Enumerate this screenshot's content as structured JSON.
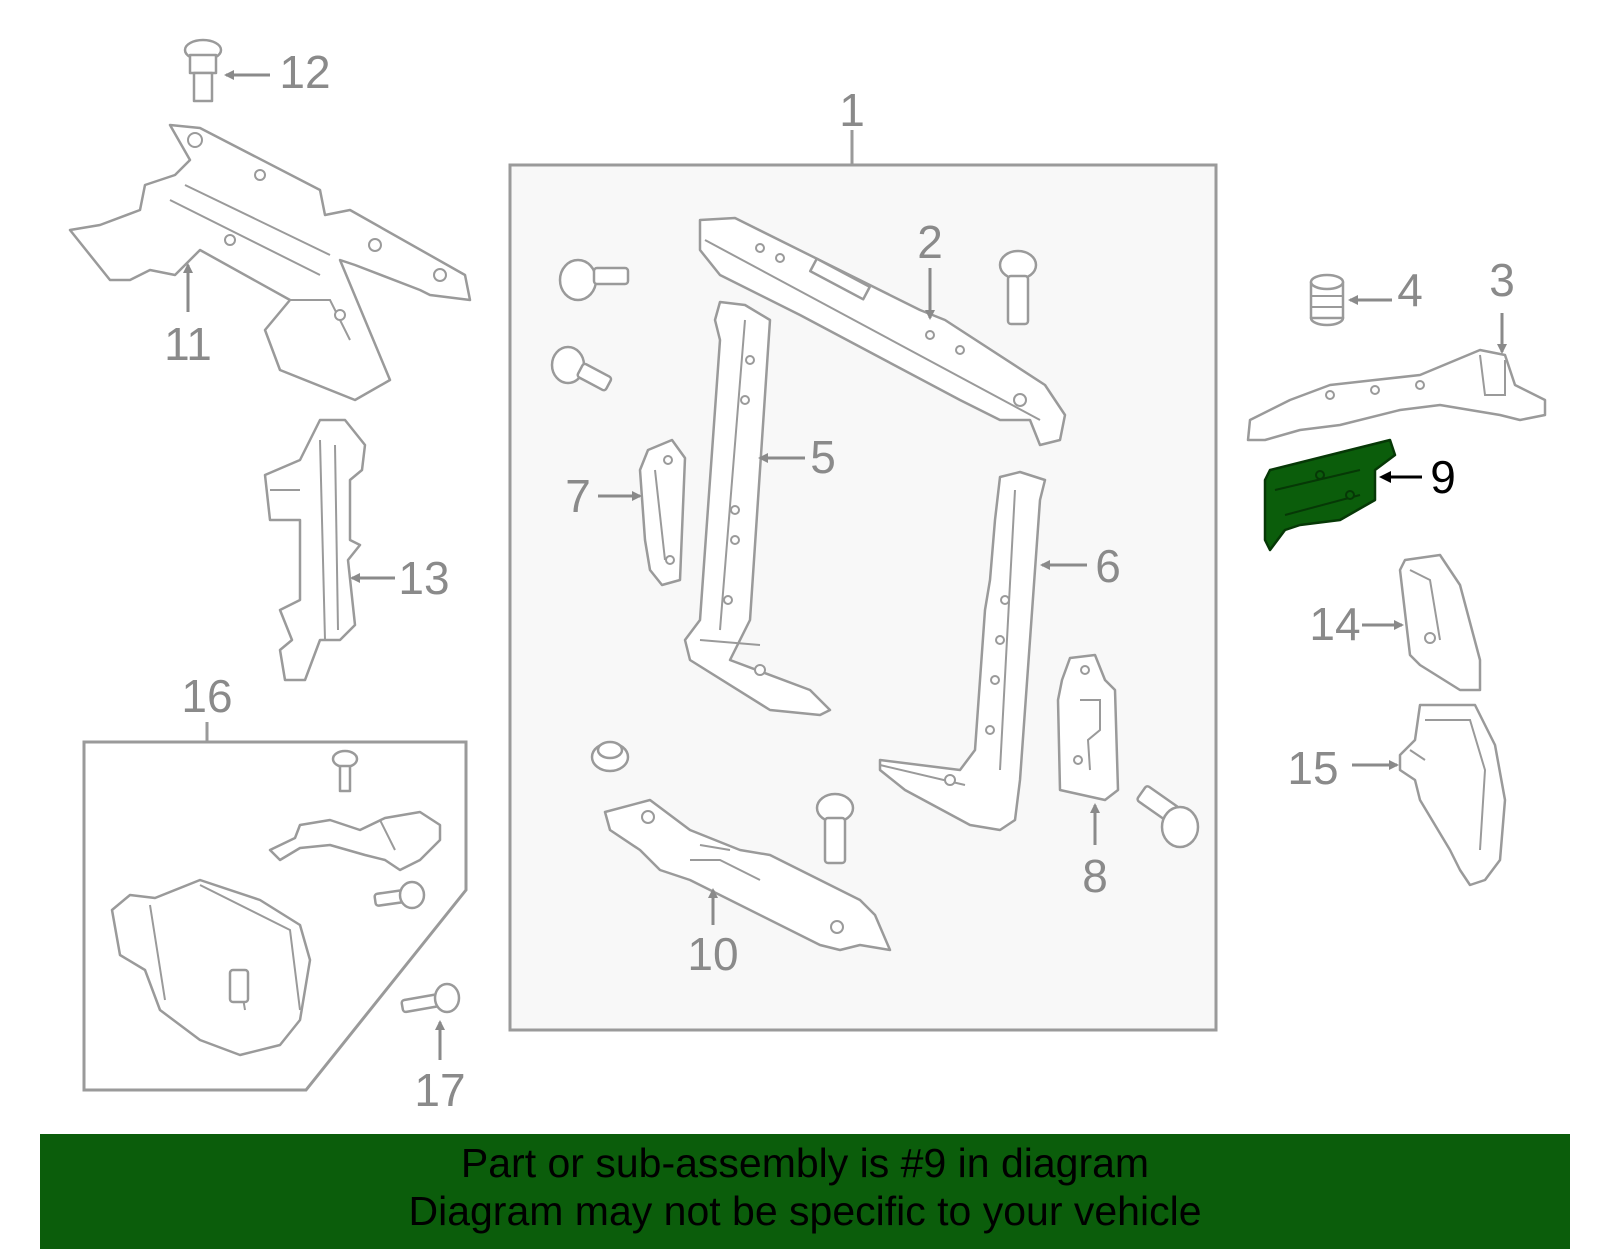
{
  "callouts": {
    "c1": "1",
    "c2": "2",
    "c3": "3",
    "c4": "4",
    "c5": "5",
    "c6": "6",
    "c7": "7",
    "c8": "8",
    "c9": "9",
    "c10": "10",
    "c11": "11",
    "c12": "12",
    "c13": "13",
    "c14": "14",
    "c15": "15",
    "c16": "16",
    "c17": "17"
  },
  "highlight": {
    "part": "9",
    "color": "#0b5d0b"
  },
  "banner": {
    "line1": "Part or sub-assembly is #9 in diagram",
    "line2": "Diagram may not be specific to your vehicle",
    "background": "#0b5d0b"
  }
}
